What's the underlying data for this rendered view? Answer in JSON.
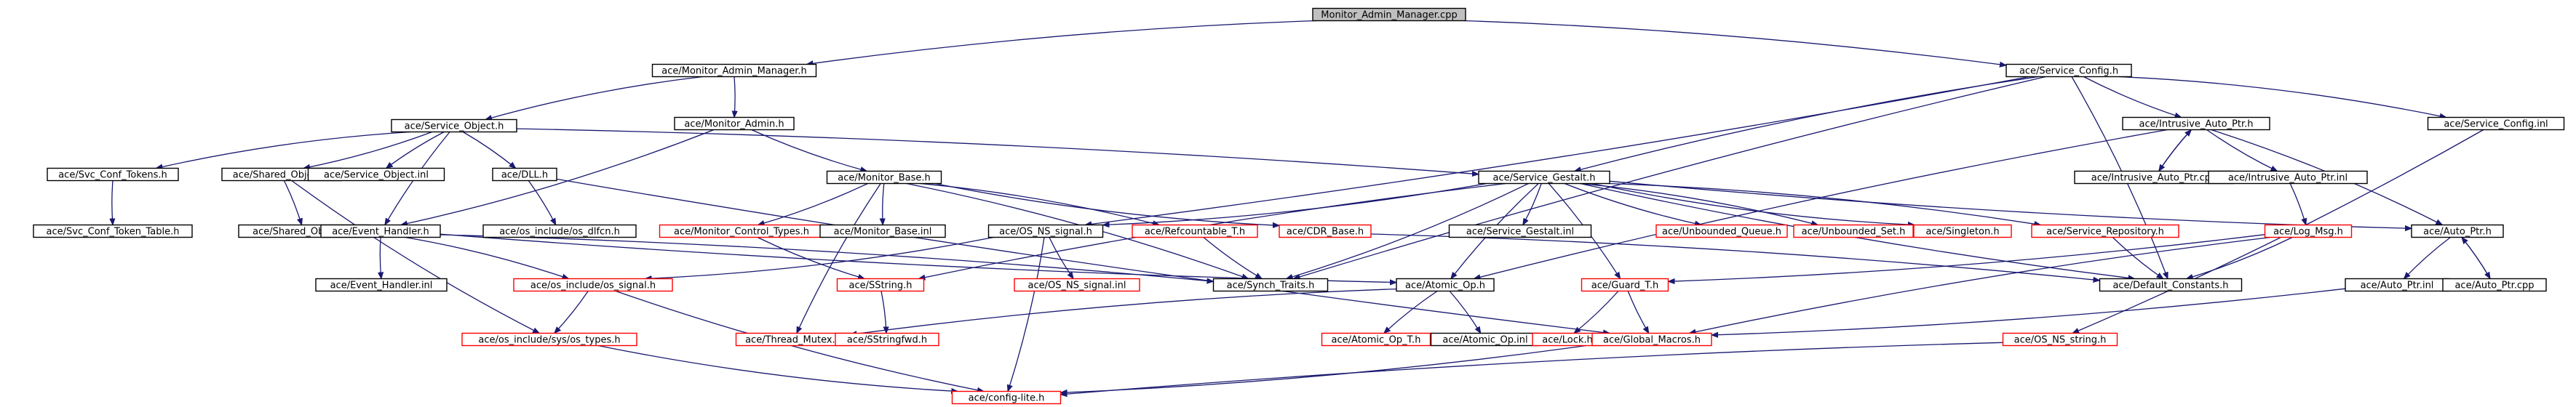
{
  "graph": {
    "nodes": [
      {
        "id": "root",
        "label": "Monitor_Admin_Manager.cpp",
        "style": "root"
      },
      {
        "id": "mam_h",
        "label": "ace/Monitor_Admin_Manager.h",
        "style": "black"
      },
      {
        "id": "svc_cfg",
        "label": "ace/Service_Config.h",
        "style": "black"
      },
      {
        "id": "svc_obj",
        "label": "ace/Service_Object.h",
        "style": "black"
      },
      {
        "id": "mon_admin",
        "label": "ace/Monitor_Admin.h",
        "style": "black"
      },
      {
        "id": "iap_h",
        "label": "ace/Intrusive_Auto_Ptr.h",
        "style": "black"
      },
      {
        "id": "svc_cfg_inl",
        "label": "ace/Service_Config.inl",
        "style": "black"
      },
      {
        "id": "svc_conf_tokens",
        "label": "ace/Svc_Conf_Tokens.h",
        "style": "black"
      },
      {
        "id": "shared_obj",
        "label": "ace/Shared_Object.h",
        "style": "black"
      },
      {
        "id": "svc_obj_inl",
        "label": "ace/Service_Object.inl",
        "style": "black"
      },
      {
        "id": "dll",
        "label": "ace/DLL.h",
        "style": "black"
      },
      {
        "id": "mon_base",
        "label": "ace/Monitor_Base.h",
        "style": "black"
      },
      {
        "id": "svc_gestalt",
        "label": "ace/Service_Gestalt.h",
        "style": "black"
      },
      {
        "id": "iap_cpp",
        "label": "ace/Intrusive_Auto_Ptr.cpp",
        "style": "black"
      },
      {
        "id": "iap_inl",
        "label": "ace/Intrusive_Auto_Ptr.inl",
        "style": "black"
      },
      {
        "id": "svc_conf_token_table",
        "label": "ace/Svc_Conf_Token_Table.h",
        "style": "black"
      },
      {
        "id": "shared_obj_inl",
        "label": "ace/Shared_Object.inl",
        "style": "black"
      },
      {
        "id": "evt_handler",
        "label": "ace/Event_Handler.h",
        "style": "black"
      },
      {
        "id": "os_dlfcn",
        "label": "ace/os_include/os_dlfcn.h",
        "style": "black"
      },
      {
        "id": "mon_ctrl_types",
        "label": "ace/Monitor_Control_Types.h",
        "style": "red"
      },
      {
        "id": "mon_base_inl",
        "label": "ace/Monitor_Base.inl",
        "style": "black"
      },
      {
        "id": "os_ns_signal",
        "label": "ace/OS_NS_signal.h",
        "style": "black"
      },
      {
        "id": "refcountable",
        "label": "ace/Refcountable_T.h",
        "style": "red"
      },
      {
        "id": "cdr_base",
        "label": "ace/CDR_Base.h",
        "style": "red"
      },
      {
        "id": "svc_gestalt_inl",
        "label": "ace/Service_Gestalt.inl",
        "style": "black"
      },
      {
        "id": "unb_queue",
        "label": "ace/Unbounded_Queue.h",
        "style": "red"
      },
      {
        "id": "unb_set",
        "label": "ace/Unbounded_Set.h",
        "style": "red"
      },
      {
        "id": "singleton",
        "label": "ace/Singleton.h",
        "style": "red"
      },
      {
        "id": "svc_repo",
        "label": "ace/Service_Repository.h",
        "style": "red"
      },
      {
        "id": "log_msg",
        "label": "ace/Log_Msg.h",
        "style": "red"
      },
      {
        "id": "auto_ptr_h",
        "label": "ace/Auto_Ptr.h",
        "style": "black"
      },
      {
        "id": "evt_handler_inl",
        "label": "ace/Event_Handler.inl",
        "style": "black"
      },
      {
        "id": "os_signal",
        "label": "ace/os_include/os_signal.h",
        "style": "red"
      },
      {
        "id": "sstring",
        "label": "ace/SString.h",
        "style": "red"
      },
      {
        "id": "os_ns_signal_inl",
        "label": "ace/OS_NS_signal.inl",
        "style": "red"
      },
      {
        "id": "synch_traits",
        "label": "ace/Synch_Traits.h",
        "style": "black"
      },
      {
        "id": "atomic_op",
        "label": "ace/Atomic_Op.h",
        "style": "black"
      },
      {
        "id": "guard_t",
        "label": "ace/Guard_T.h",
        "style": "red"
      },
      {
        "id": "default_constants",
        "label": "ace/Default_Constants.h",
        "style": "black"
      },
      {
        "id": "auto_ptr_inl",
        "label": "ace/Auto_Ptr.inl",
        "style": "black"
      },
      {
        "id": "auto_ptr_cpp",
        "label": "ace/Auto_Ptr.cpp",
        "style": "black"
      },
      {
        "id": "os_types",
        "label": "ace/os_include/sys/os_types.h",
        "style": "red"
      },
      {
        "id": "thread_mutex",
        "label": "ace/Thread_Mutex.h",
        "style": "red"
      },
      {
        "id": "sstringfwd",
        "label": "ace/SStringfwd.h",
        "style": "red"
      },
      {
        "id": "atomic_op_t",
        "label": "ace/Atomic_Op_T.h",
        "style": "red"
      },
      {
        "id": "atomic_op_inl",
        "label": "ace/Atomic_Op.inl",
        "style": "black"
      },
      {
        "id": "lock_h",
        "label": "ace/Lock.h",
        "style": "red"
      },
      {
        "id": "global_macros",
        "label": "ace/Global_Macros.h",
        "style": "red"
      },
      {
        "id": "os_ns_string",
        "label": "ace/OS_NS_string.h",
        "style": "red"
      },
      {
        "id": "config_lite",
        "label": "ace/config-lite.h",
        "style": "red"
      }
    ],
    "edges": [
      [
        "root",
        "mam_h"
      ],
      [
        "root",
        "svc_cfg"
      ],
      [
        "mam_h",
        "svc_obj"
      ],
      [
        "mam_h",
        "mon_admin"
      ],
      [
        "svc_cfg",
        "iap_h"
      ],
      [
        "svc_cfg",
        "svc_cfg_inl"
      ],
      [
        "svc_cfg",
        "svc_gestalt"
      ],
      [
        "svc_cfg",
        "os_ns_signal"
      ],
      [
        "svc_cfg",
        "synch_traits"
      ],
      [
        "svc_cfg",
        "default_constants"
      ],
      [
        "svc_obj",
        "svc_conf_tokens"
      ],
      [
        "svc_obj",
        "shared_obj"
      ],
      [
        "svc_obj",
        "svc_obj_inl"
      ],
      [
        "svc_obj",
        "dll"
      ],
      [
        "svc_obj",
        "evt_handler"
      ],
      [
        "svc_obj",
        "svc_gestalt"
      ],
      [
        "mon_admin",
        "mon_base"
      ],
      [
        "mon_admin",
        "evt_handler"
      ],
      [
        "iap_h",
        "iap_cpp"
      ],
      [
        "iap_cpp",
        "iap_h"
      ],
      [
        "iap_h",
        "iap_inl"
      ],
      [
        "iap_h",
        "auto_ptr_h"
      ],
      [
        "iap_h",
        "atomic_op"
      ],
      [
        "svc_cfg_inl",
        "os_ns_string"
      ],
      [
        "svc_conf_tokens",
        "svc_conf_token_table"
      ],
      [
        "shared_obj",
        "shared_obj_inl"
      ],
      [
        "shared_obj",
        "os_types"
      ],
      [
        "dll",
        "os_dlfcn"
      ],
      [
        "dll",
        "global_macros"
      ],
      [
        "mon_base",
        "mon_ctrl_types"
      ],
      [
        "mon_base",
        "mon_base_inl"
      ],
      [
        "mon_base",
        "refcountable"
      ],
      [
        "mon_base",
        "cdr_base"
      ],
      [
        "mon_base",
        "synch_traits"
      ],
      [
        "mon_base",
        "thread_mutex"
      ],
      [
        "svc_gestalt",
        "svc_gestalt_inl"
      ],
      [
        "svc_gestalt",
        "unb_queue"
      ],
      [
        "svc_gestalt",
        "unb_set"
      ],
      [
        "svc_gestalt",
        "singleton"
      ],
      [
        "svc_gestalt",
        "svc_repo"
      ],
      [
        "svc_gestalt",
        "auto_ptr_h"
      ],
      [
        "svc_gestalt",
        "os_ns_signal"
      ],
      [
        "svc_gestalt",
        "sstring"
      ],
      [
        "svc_gestalt",
        "synch_traits"
      ],
      [
        "svc_gestalt",
        "atomic_op"
      ],
      [
        "svc_gestalt",
        "guard_t"
      ],
      [
        "svc_gestalt",
        "default_constants"
      ],
      [
        "iap_inl",
        "log_msg"
      ],
      [
        "evt_handler",
        "evt_handler_inl"
      ],
      [
        "evt_handler",
        "os_signal"
      ],
      [
        "evt_handler",
        "atomic_op"
      ],
      [
        "evt_handler",
        "synch_traits"
      ],
      [
        "mon_ctrl_types",
        "sstring"
      ],
      [
        "os_ns_signal",
        "os_signal"
      ],
      [
        "os_ns_signal",
        "os_ns_signal_inl"
      ],
      [
        "os_ns_signal",
        "config_lite"
      ],
      [
        "refcountable",
        "synch_traits"
      ],
      [
        "cdr_base",
        "default_constants"
      ],
      [
        "svc_repo",
        "default_constants"
      ],
      [
        "log_msg",
        "default_constants"
      ],
      [
        "log_msg",
        "global_macros"
      ],
      [
        "log_msg",
        "guard_t"
      ],
      [
        "auto_ptr_h",
        "auto_ptr_inl"
      ],
      [
        "auto_ptr_h",
        "auto_ptr_cpp"
      ],
      [
        "auto_ptr_cpp",
        "auto_ptr_h"
      ],
      [
        "os_signal",
        "os_types"
      ],
      [
        "os_signal",
        "config_lite"
      ],
      [
        "sstring",
        "sstringfwd"
      ],
      [
        "atomic_op",
        "atomic_op_t"
      ],
      [
        "atomic_op",
        "atomic_op_inl"
      ],
      [
        "atomic_op",
        "thread_mutex"
      ],
      [
        "guard_t",
        "lock_h"
      ],
      [
        "guard_t",
        "global_macros"
      ],
      [
        "auto_ptr_inl",
        "global_macros"
      ],
      [
        "os_types",
        "config_lite"
      ],
      [
        "global_macros",
        "config_lite"
      ],
      [
        "os_ns_string",
        "config_lite"
      ]
    ]
  }
}
